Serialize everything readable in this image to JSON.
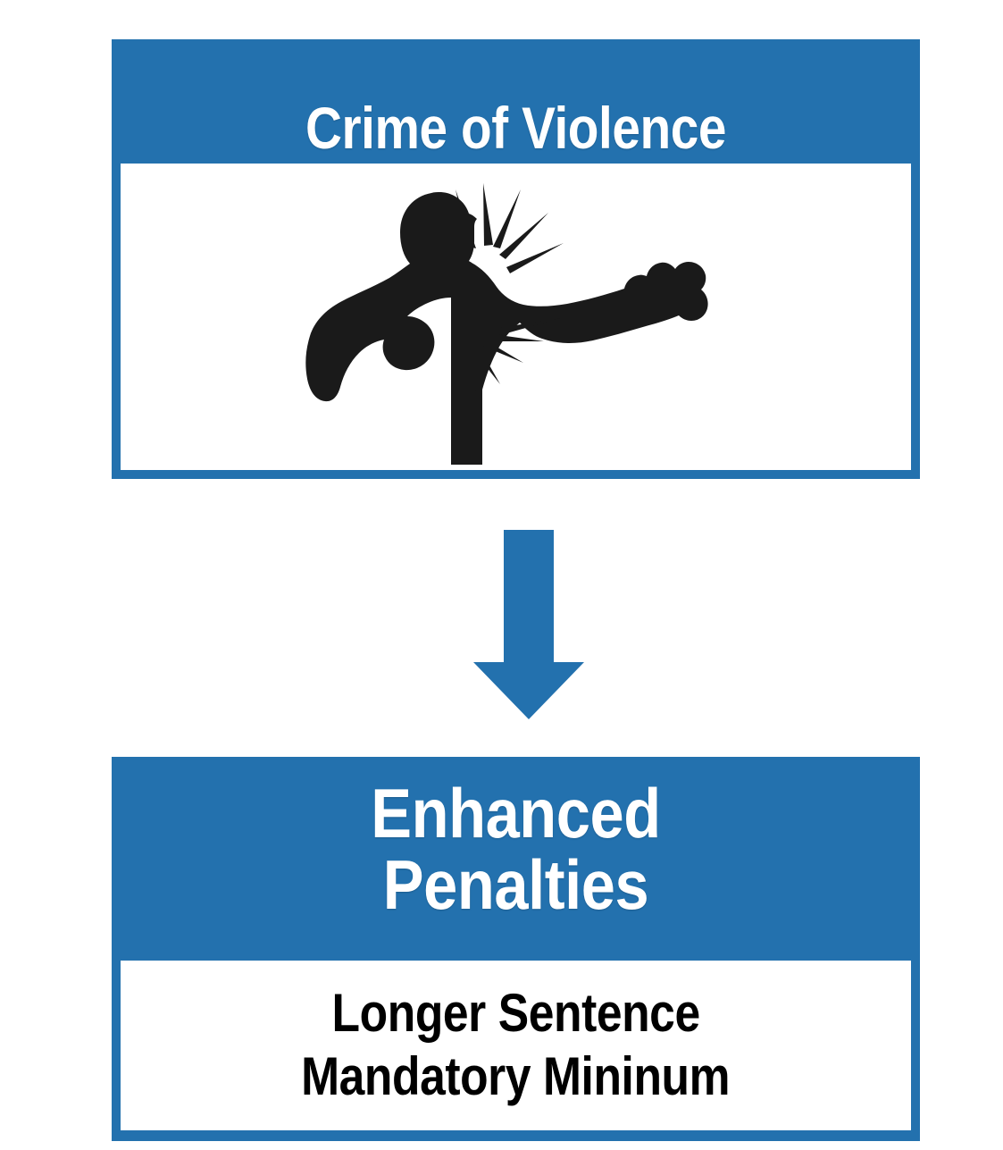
{
  "diagram": {
    "type": "flow",
    "direction": "top-to-bottom",
    "accent_color": "#2371ae",
    "text_on_accent_color": "#ffffff",
    "body_text_color": "#000000",
    "background_color": "#ffffff"
  },
  "cause_box": {
    "title": "Crime of Violence",
    "illustration": {
      "icon_name": "punching-person-silhouette",
      "description": "Black silhouette of a man throwing a punch with impact lines",
      "fill_color": "#1a1a1a"
    }
  },
  "connector": {
    "icon_name": "down-arrow-icon",
    "color": "#2371ae"
  },
  "effect_box": {
    "title": "Enhanced\nPenalties",
    "items": [
      "Longer Sentence",
      "Mandatory Mininum"
    ]
  }
}
